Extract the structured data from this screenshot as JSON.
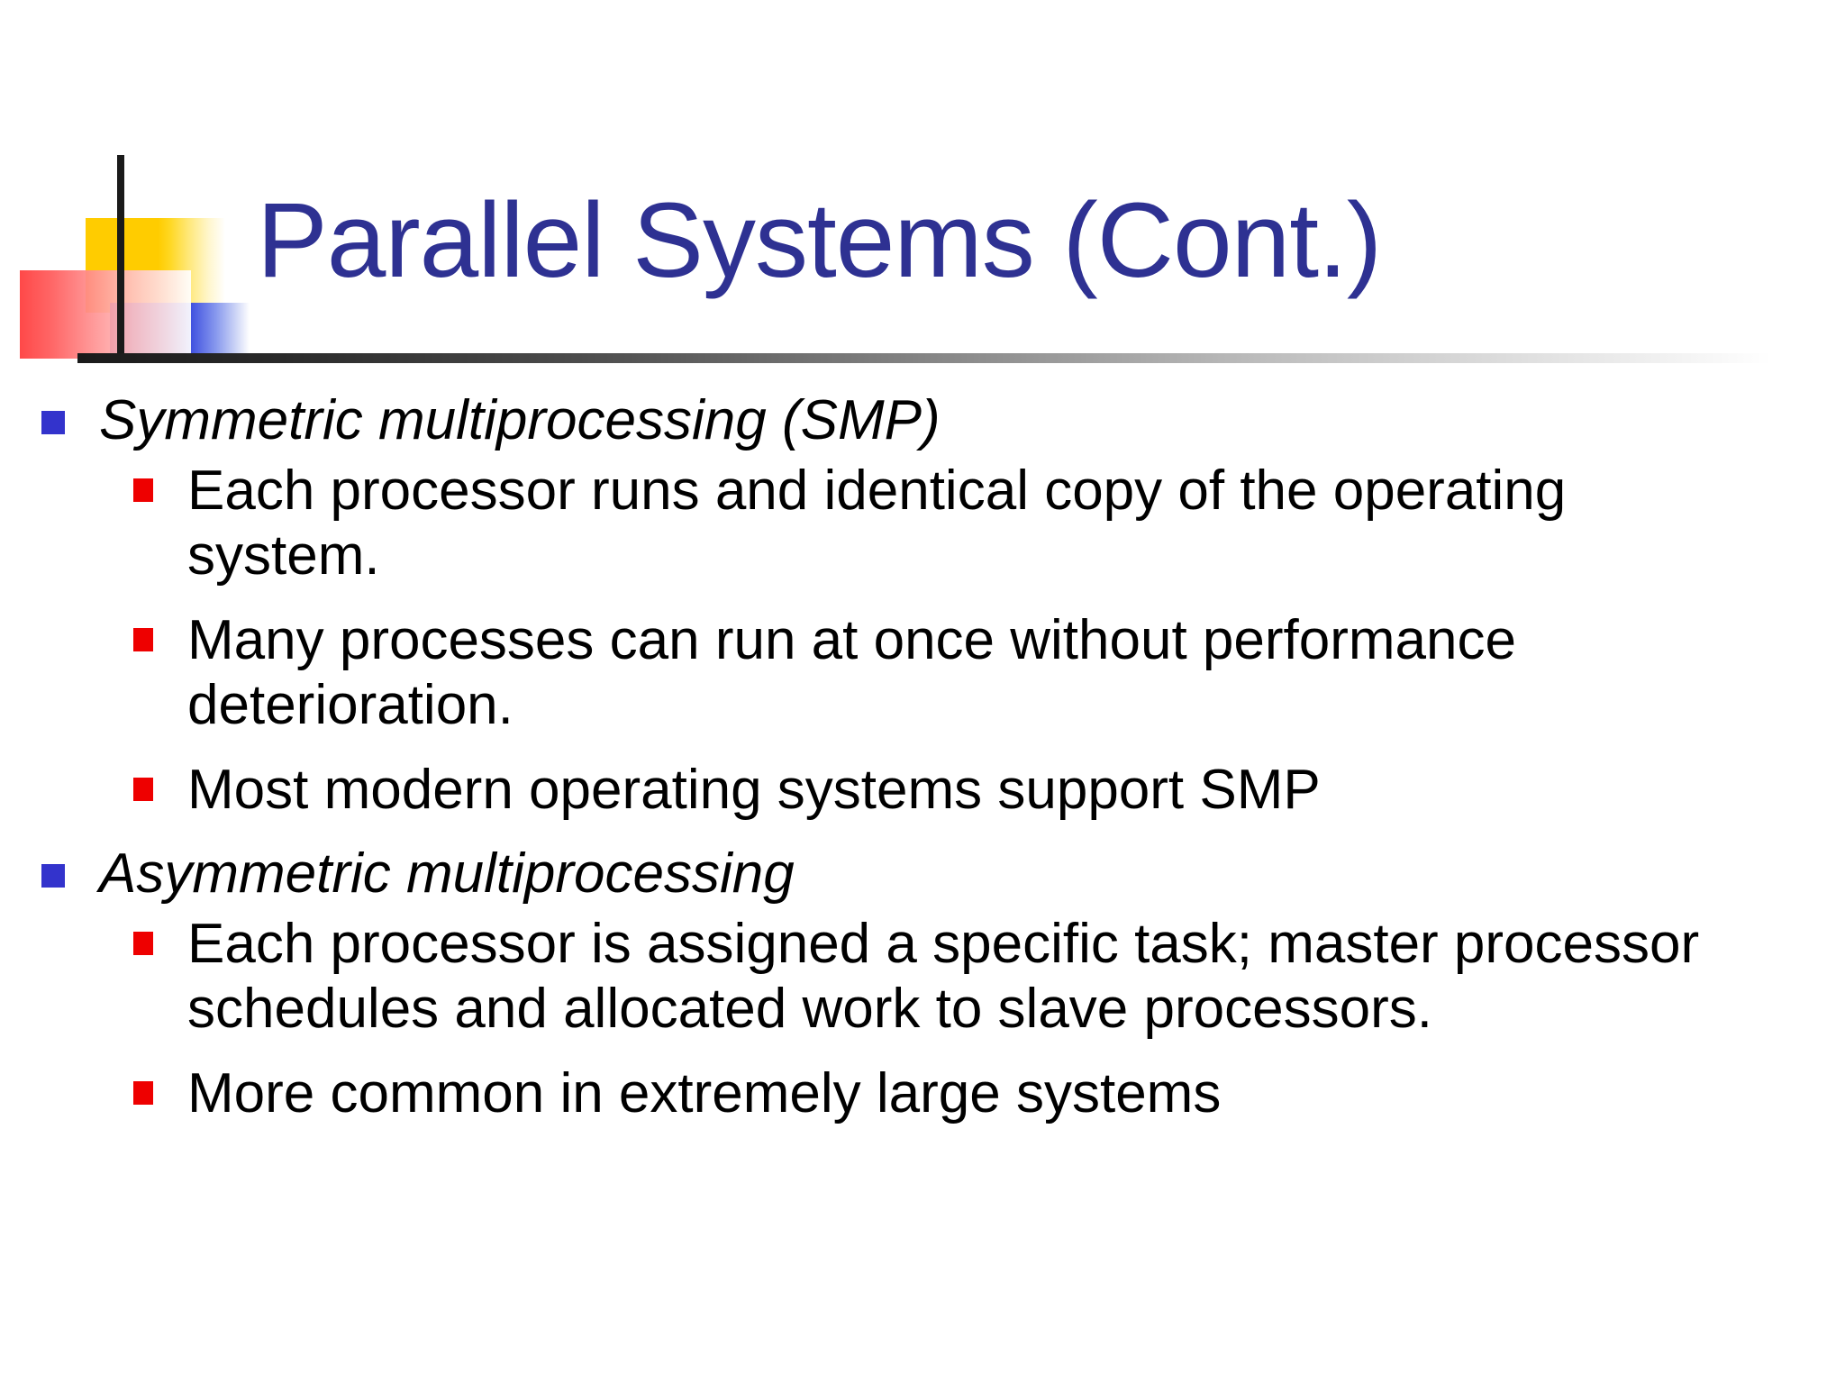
{
  "slide": {
    "title": "Parallel Systems (Cont.)",
    "title_color": "#2E3192",
    "background_color": "#FFFFFF",
    "decoration": {
      "yellow_square_color": "#FFCC00",
      "blue_bar_color": "#2233CC",
      "red_square_color": "#FF3B3B",
      "rule_color": "#1A1A1A"
    },
    "bullet_markers": {
      "level1_color": "#3333CC",
      "level2_color": "#EE0000"
    },
    "content": [
      {
        "level": 1,
        "text": "Symmetric multiprocessing (SMP)",
        "children": [
          {
            "level": 2,
            "text": "Each processor runs and identical copy of the operating system."
          },
          {
            "level": 2,
            "text": "Many processes can run at once without performance deterioration."
          },
          {
            "level": 2,
            "text": "Most modern operating systems support SMP"
          }
        ]
      },
      {
        "level": 1,
        "text": "Asymmetric multiprocessing",
        "children": [
          {
            "level": 2,
            "text": "Each processor is assigned a specific task; master processor schedules and allocated work to slave processors."
          },
          {
            "level": 2,
            "text": "More common in extremely large systems"
          }
        ]
      }
    ]
  }
}
